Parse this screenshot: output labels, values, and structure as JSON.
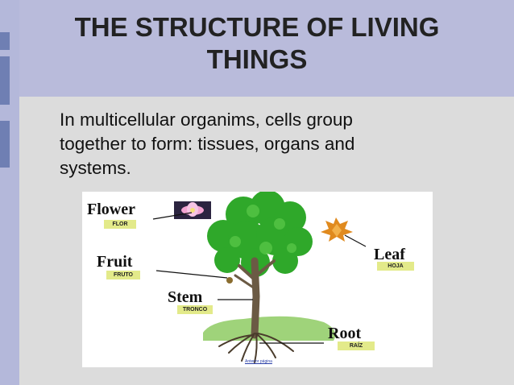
{
  "slide": {
    "title_line1": "THE STRUCTURE OF LIVING",
    "title_line2": "THINGS",
    "body_line1": "In multicellular organims, cells group",
    "body_line2": "together to form: tissues, organs and",
    "body_line3": "systems."
  },
  "figure": {
    "labels": {
      "flower": "Flower",
      "flower_es": "FLOR",
      "fruit": "Fruit",
      "fruit_es": "FRUTO",
      "stem": "Stem",
      "stem_es": "TRONCO",
      "leaf": "Leaf",
      "leaf_es": "HOJA",
      "root": "Root",
      "root_es": "RAÍZ"
    },
    "caption": "Anterior página",
    "colors": {
      "tag_bg": "#e3ea8a",
      "foliage": "#2fa82a",
      "trunk": "#6b5a44",
      "grass": "#9fd37a"
    }
  }
}
